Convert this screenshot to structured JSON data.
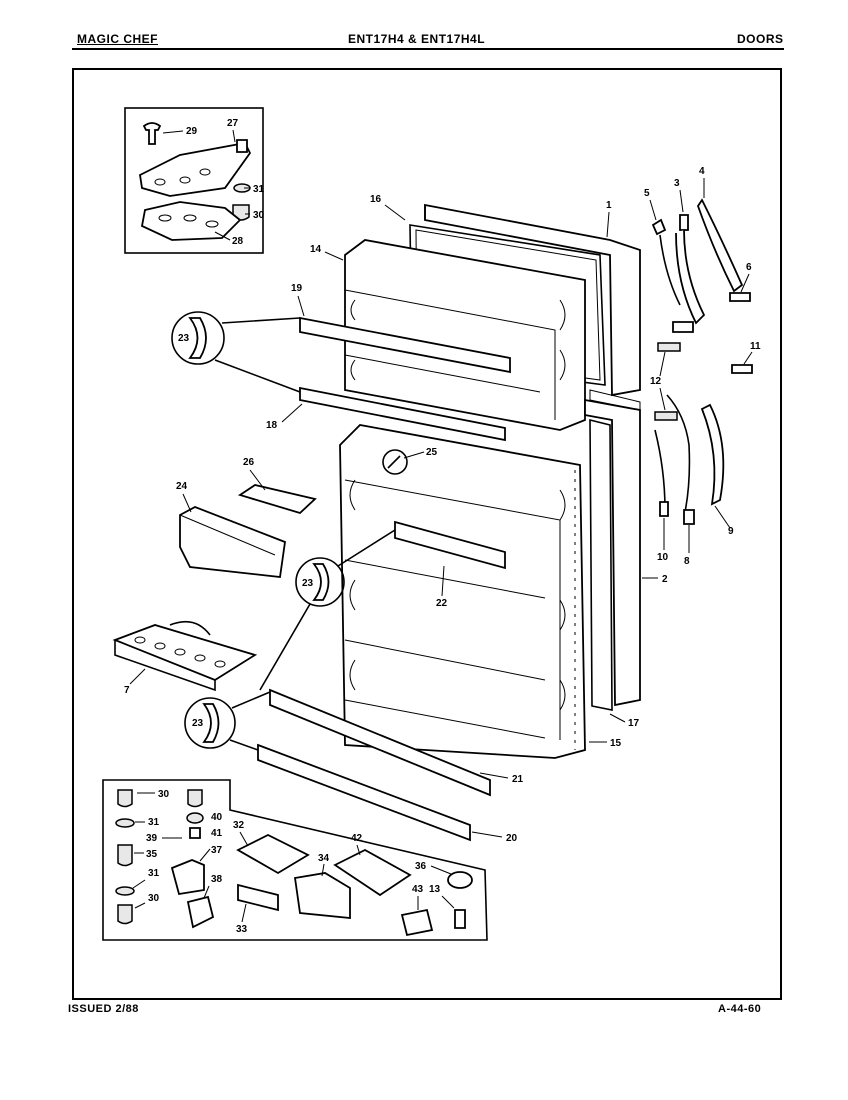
{
  "header": {
    "brand": "MAGIC CHEF",
    "models": "ENT17H4 & ENT17H4L",
    "section": "DOORS"
  },
  "footer": {
    "issued": "ISSUED 2/88",
    "page_code": "A-44-60"
  },
  "callouts": {
    "c1": "1",
    "c2": "2",
    "c3": "3",
    "c4": "4",
    "c5": "5",
    "c6": "6",
    "c7": "7",
    "c8": "8",
    "c9": "9",
    "c10": "10",
    "c11": "11",
    "c12": "12",
    "c13": "13",
    "c14": "14",
    "c15": "15",
    "c16": "16",
    "c17": "17",
    "c18": "18",
    "c19": "19",
    "c20": "20",
    "c21": "21",
    "c22": "22",
    "c23a": "23",
    "c23b": "23",
    "c23c": "23",
    "c24": "24",
    "c25": "25",
    "c26": "26",
    "c27": "27",
    "c28": "28",
    "c29": "29",
    "c30a": "30",
    "c30b": "30",
    "c30c": "30",
    "c31a": "31",
    "c31b": "31",
    "c31c": "31",
    "c32": "32",
    "c33": "33",
    "c34": "34",
    "c35": "35",
    "c36": "36",
    "c37": "37",
    "c38": "38",
    "c39": "39",
    "c40": "40",
    "c41": "41",
    "c42": "42",
    "c43": "43"
  }
}
